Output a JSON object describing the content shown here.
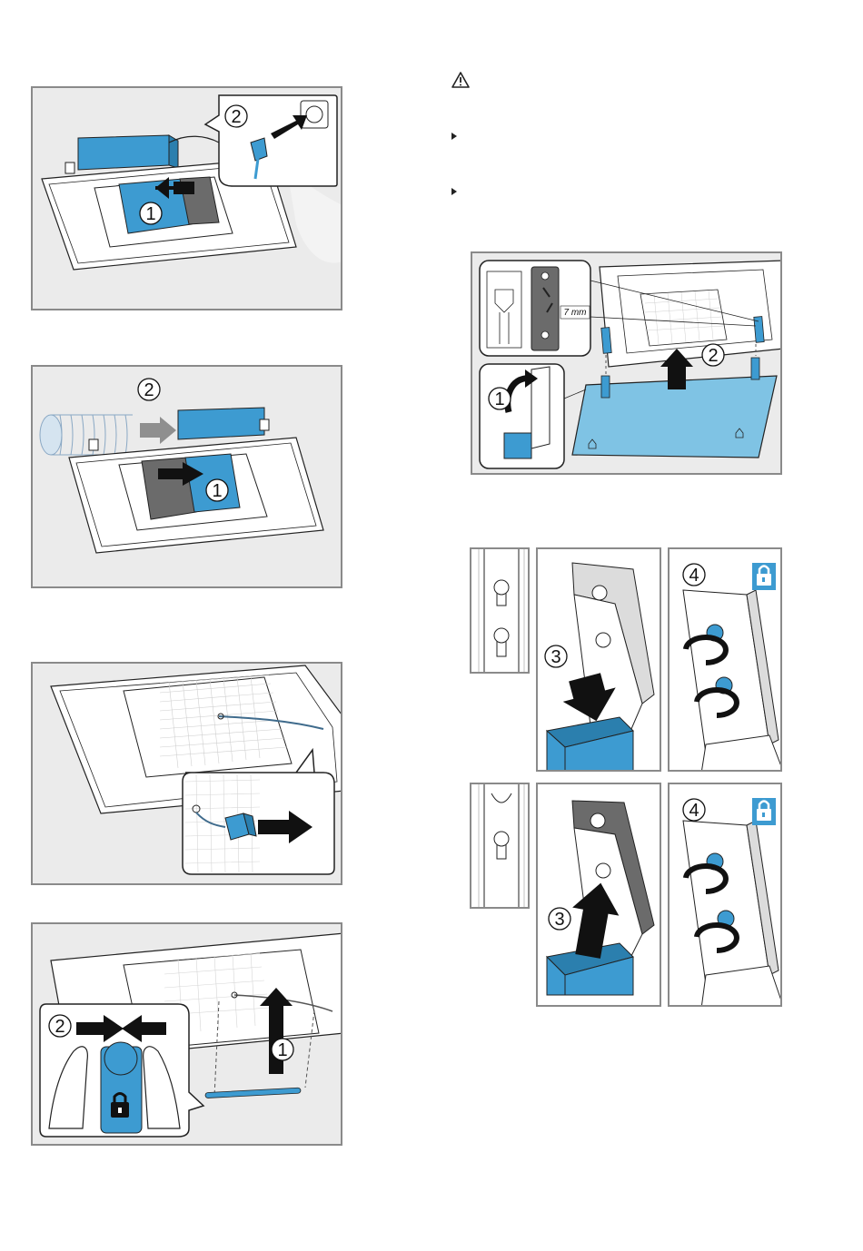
{
  "colors": {
    "accent_blue": "#3d9bd1",
    "light_blue": "#7fc3e4",
    "frame_gray": "#8a8a8a",
    "panel_bg": "#ebebeb",
    "dark_gray": "#6b6b6b"
  },
  "icons": {
    "warning": "warning-triangle-icon",
    "lock": "padlock-icon",
    "plug": "mains-plug-icon",
    "arrow": "direction-arrow-icon"
  },
  "figures": {
    "fig1": {
      "callouts": [
        "1",
        "2"
      ]
    },
    "fig2": {
      "callouts": [
        "1",
        "2"
      ]
    },
    "fig3": {
      "callouts": []
    },
    "fig4": {
      "callouts": [
        "1",
        "2"
      ]
    },
    "fig5": {
      "callouts": [
        "1",
        "2"
      ],
      "dimension": "7 mm"
    },
    "fig6": {
      "callouts": [
        "3",
        "4"
      ]
    },
    "fig7": {
      "callouts": [
        "3",
        "4"
      ]
    }
  }
}
